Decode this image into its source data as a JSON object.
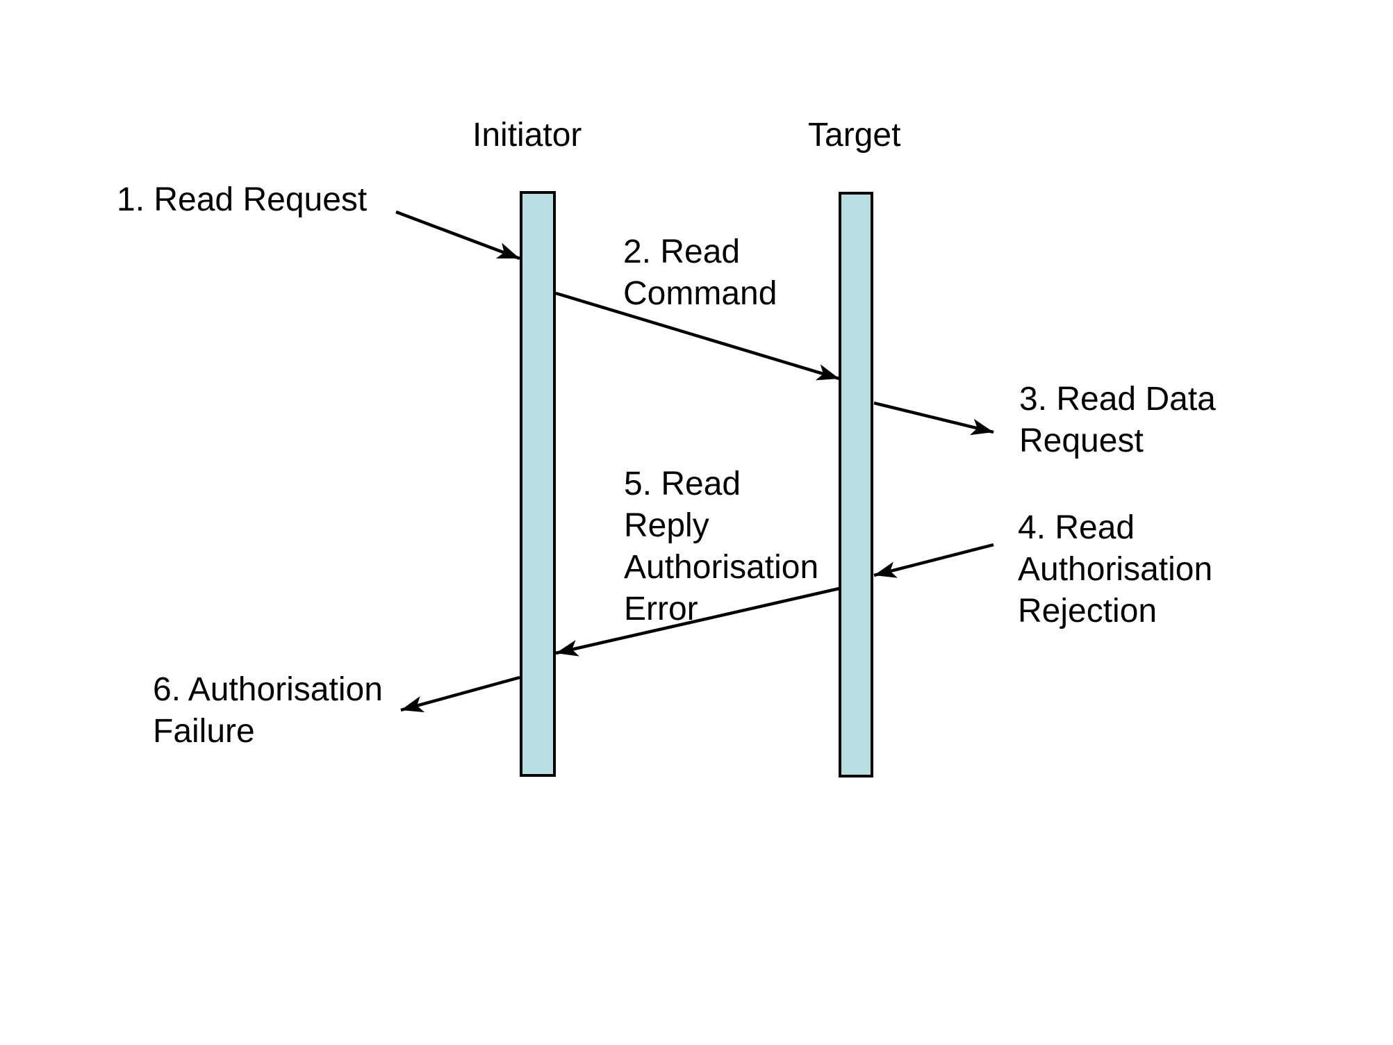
{
  "diagram": {
    "type": "sequence-diagram",
    "background_color": "#ffffff",
    "lifelines": [
      {
        "name": "Initiator",
        "label": "Initiator"
      },
      {
        "name": "Target",
        "label": "Target"
      }
    ],
    "bar_fill_color": "#b9dee2",
    "bar_border_color": "#000000",
    "arrow_color": "#000000",
    "messages": [
      {
        "num": 1,
        "label": "1. Read Request",
        "from": "user",
        "to": "Initiator"
      },
      {
        "num": 2,
        "label": "2. Read\nCommand",
        "from": "Initiator",
        "to": "Target"
      },
      {
        "num": 3,
        "label": "3. Read Data\nRequest",
        "from": "Target",
        "to": "external"
      },
      {
        "num": 4,
        "label": "4. Read\nAuthorisation\nRejection",
        "from": "external",
        "to": "Target"
      },
      {
        "num": 5,
        "label": "5. Read\nReply\nAuthorisation\nError",
        "from": "Target",
        "to": "Initiator"
      },
      {
        "num": 6,
        "label": "6. Authorisation\nFailure",
        "from": "Initiator",
        "to": "user"
      }
    ]
  }
}
